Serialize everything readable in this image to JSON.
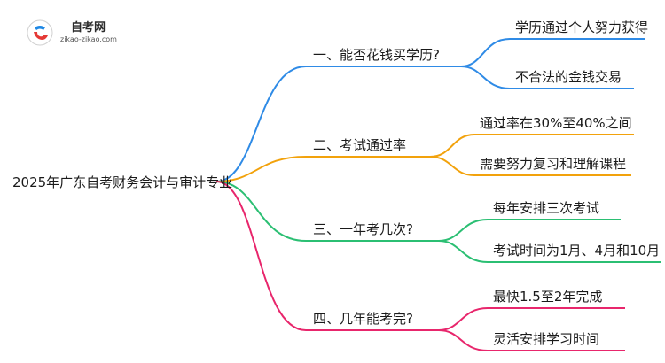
{
  "logo": {
    "title": "自考网",
    "url": "zikao-zikao.com",
    "colors": {
      "blue": "#1e88e5",
      "red": "#e53935"
    }
  },
  "root": {
    "label": "2025年广东自考财务会计与审计专业"
  },
  "branches": [
    {
      "label": "一、能否花钱买学历?",
      "color": "#2f8be6",
      "children": [
        "学历通过个人努力获得",
        "不合法的金钱交易"
      ]
    },
    {
      "label": "二、考试通过率",
      "color": "#f2a20c",
      "children": [
        "通过率在30%至40%之间",
        "需要努力复习和理解课程"
      ]
    },
    {
      "label": "三、一年考几次?",
      "color": "#2bbf73",
      "children": [
        "每年安排三次考试",
        "考试时间为1月、4月和10月"
      ]
    },
    {
      "label": "四、几年能考完?",
      "color": "#e8266c",
      "children": [
        "最快1.5至2年完成",
        "灵活安排学习时间"
      ]
    }
  ]
}
